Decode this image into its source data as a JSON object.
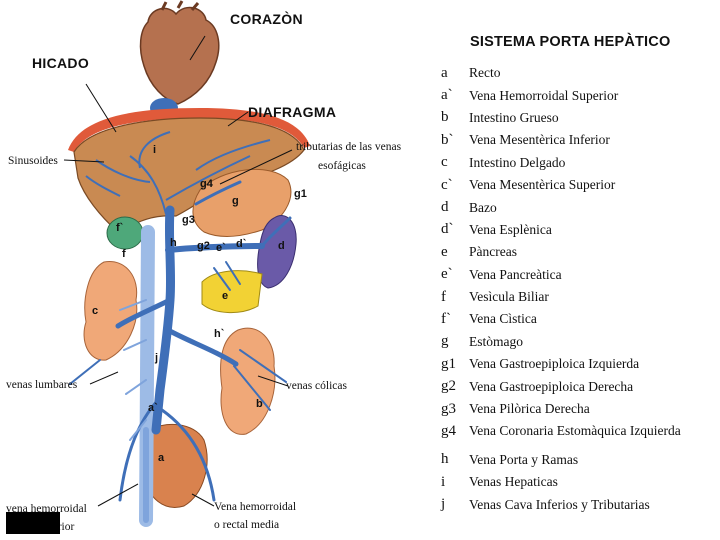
{
  "labels": {
    "corazon": "CORAZÒN",
    "higado": "HICADO",
    "diafragma": "DIAFRAGMA",
    "sinusoides": "Sinusoides",
    "tributarias_line1": "tributarias de las venas",
    "tributarias_line2": "esofágicas",
    "venas_lumbares": "venas lumbares",
    "venas_colicas": "venas cólicas",
    "vena_hemorroidal_left_line1": "vena hemorroidal",
    "vena_hemorroidal_left_line2": "o recta inferior",
    "vena_hemorroidal_right_line1": "Vena hemorroidal",
    "vena_hemorroidal_right_line2": "o rectal media"
  },
  "diagram_letters": {
    "i": "i",
    "g4": "g4",
    "g": "g",
    "g1": "g1",
    "g3": "g3",
    "f_prime": "f`",
    "f": "f",
    "h": "h",
    "g2": "g2",
    "e_prime": "e`",
    "d_prime": "d`",
    "d": "d",
    "e": "e",
    "c": "c",
    "h_prime": "h`",
    "j": "j",
    "b": "b",
    "a_prime": "a`",
    "a": "a"
  },
  "legend": {
    "title": "SISTEMA PORTA HEPÀTICO",
    "items": [
      {
        "code": "a",
        "name": "Recto"
      },
      {
        "code": "a`",
        "name": "Vena Hemorroidal Superior"
      },
      {
        "code": "b",
        "name": "Intestino Grueso"
      },
      {
        "code": "b`",
        "name": "Vena Mesentèrica Inferior"
      },
      {
        "code": "c",
        "name": "Intestino Delgado"
      },
      {
        "code": "c`",
        "name": "Vena Mesentèrica Superior"
      },
      {
        "code": "d",
        "name": "Bazo"
      },
      {
        "code": "d`",
        "name": "Vena Esplènica"
      },
      {
        "code": "e",
        "name": "Pàncreas"
      },
      {
        "code": "e`",
        "name": "Vena Pancreàtica"
      },
      {
        "code": "f",
        "name": "Vesìcula Biliar"
      },
      {
        "code": "f`",
        "name": "Vena Cìstica"
      },
      {
        "code": "g",
        "name": "Estòmago"
      },
      {
        "code": "g1",
        "name": "Vena Gastroepiploica Izquierda"
      },
      {
        "code": "g2",
        "name": "Vena Gastroepiploica Derecha"
      },
      {
        "code": "g3",
        "name": "Vena Pilòrica Derecha"
      },
      {
        "code": "g4",
        "name": "Vena Coronaria Estomàquica   Izquierda"
      },
      {
        "code": "h",
        "name": "Vena Porta y Ramas"
      },
      {
        "code": "i",
        "name": "Venas Hepaticas"
      },
      {
        "code": "j",
        "name": "Venas Cava Inferios y Tributarias"
      }
    ]
  },
  "colors": {
    "heart": "#b5714f",
    "liver": "#c98a52",
    "diaphragm": "#e05a3a",
    "vein": "#3f6fb8",
    "vein_light": "#9dbbe6",
    "stomach": "#e8a06a",
    "spleen": "#6a5aa8",
    "pancreas": "#f2d234",
    "gallbladder": "#4ea87a",
    "intestine": "#f0a878",
    "rectum": "#d9824e"
  }
}
